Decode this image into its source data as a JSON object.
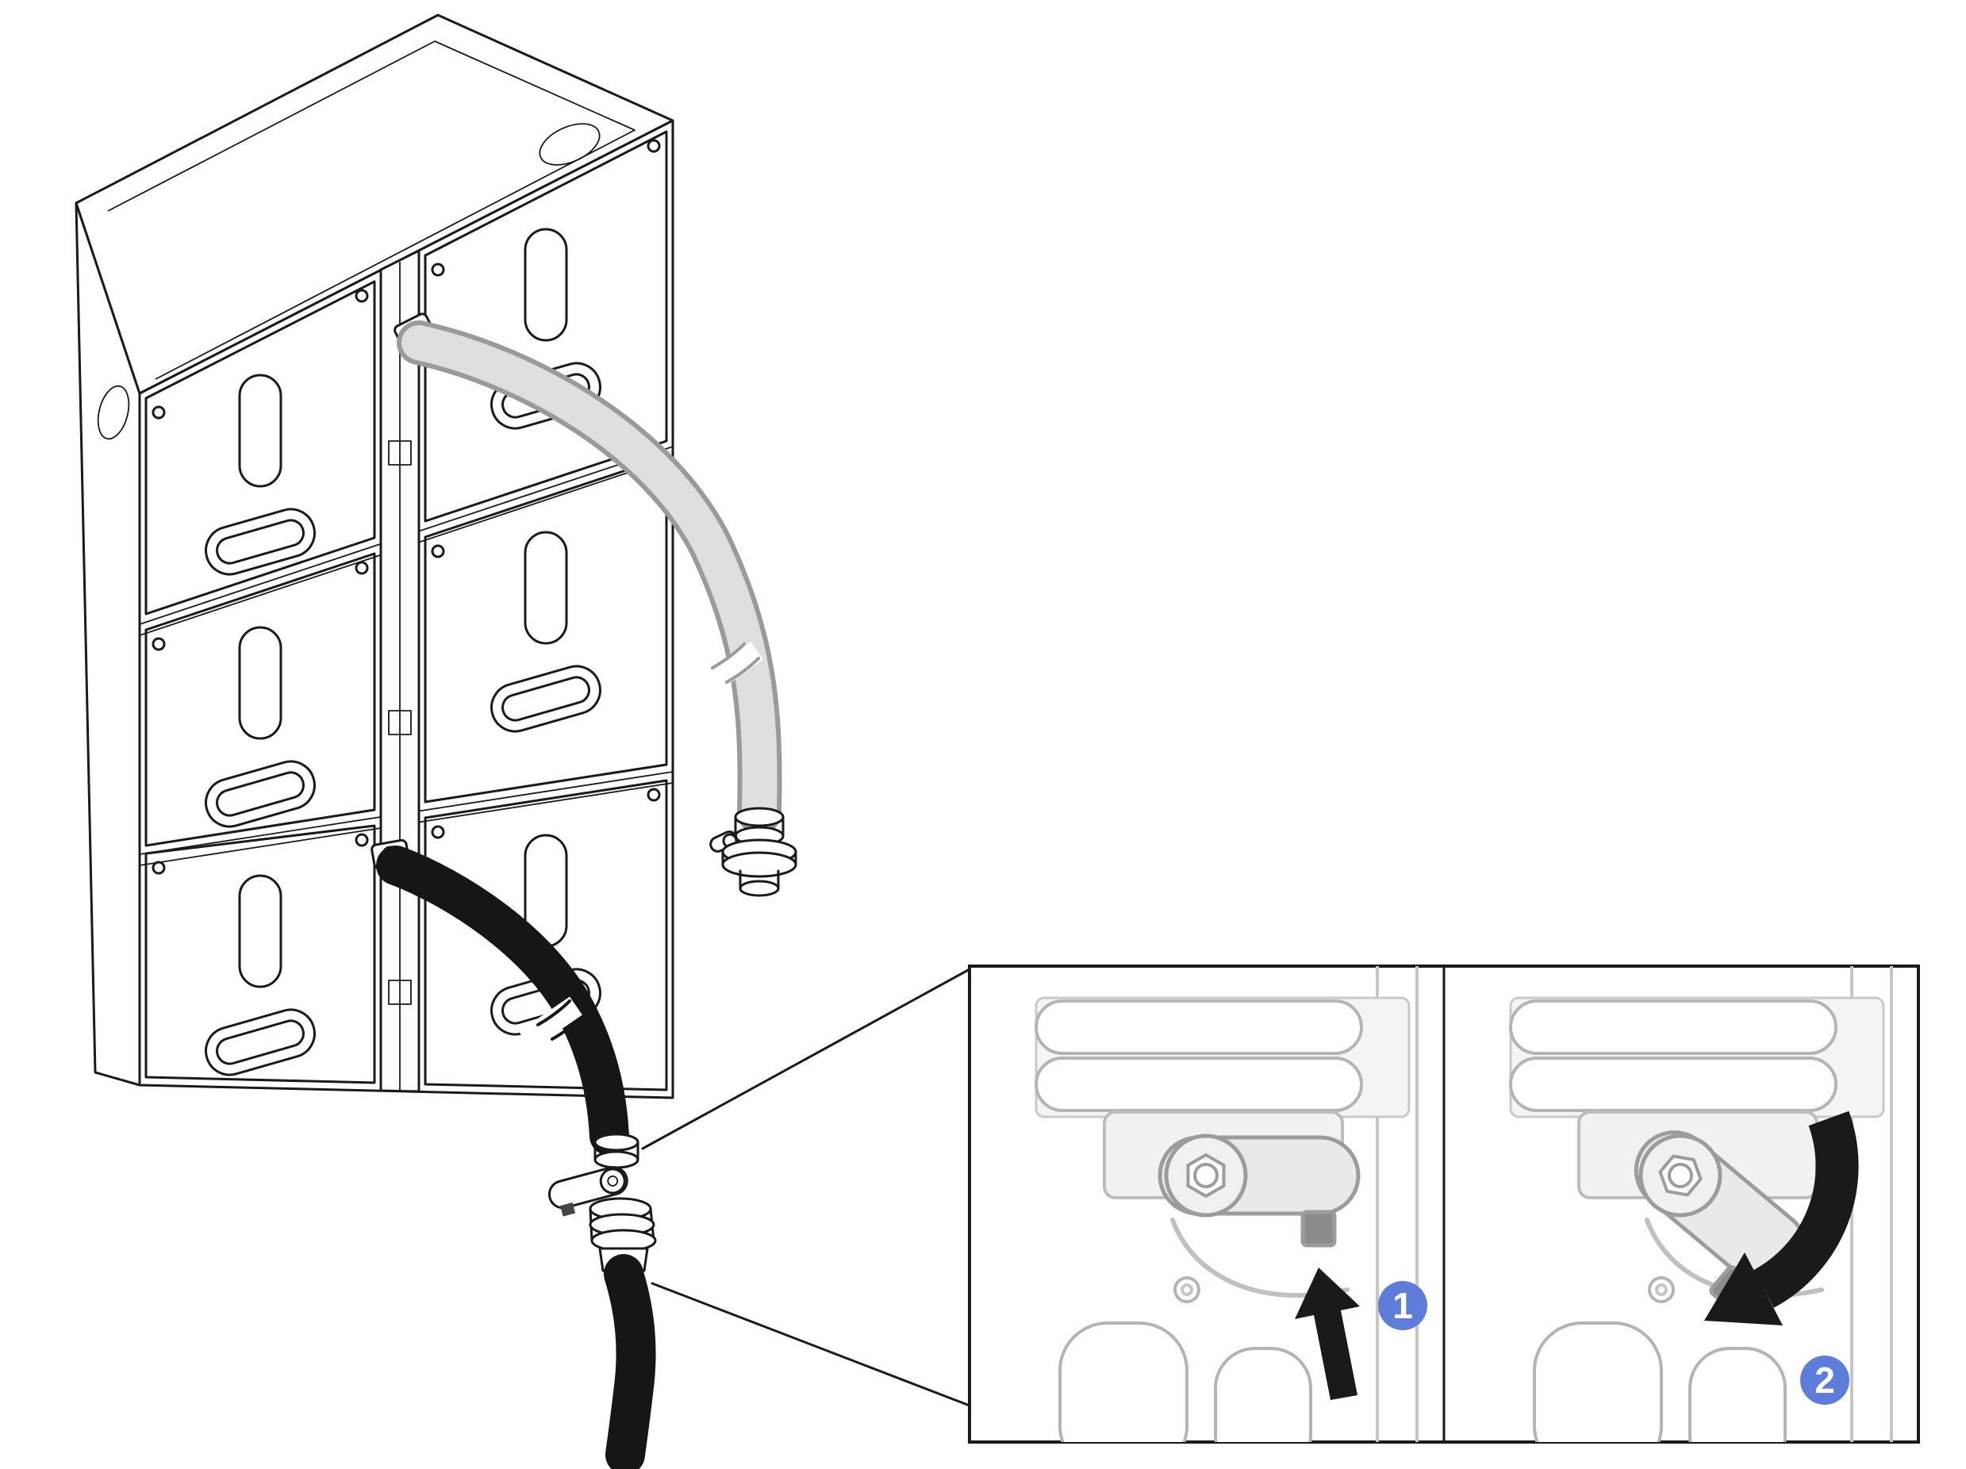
{
  "steps": [
    {
      "number": "1"
    },
    {
      "number": "2"
    }
  ],
  "colors": {
    "step_badge": "#5e7ddb",
    "badge_text": "#ffffff",
    "ink": "#1a1a1a",
    "panel_gray": "#b4b4b4",
    "hose_gray": "#dedede",
    "hose_gray_edge": "#9a9a9a",
    "hose_black": "#161616",
    "lever_fill": "#e9e9e9",
    "latch_tab": "#8b8b8b"
  },
  "icons": {
    "press_arrow": "solid-up-arrow",
    "rotate_arrow": "curved-clockwise-arrow",
    "hose_break": "pipe-break-mark"
  }
}
